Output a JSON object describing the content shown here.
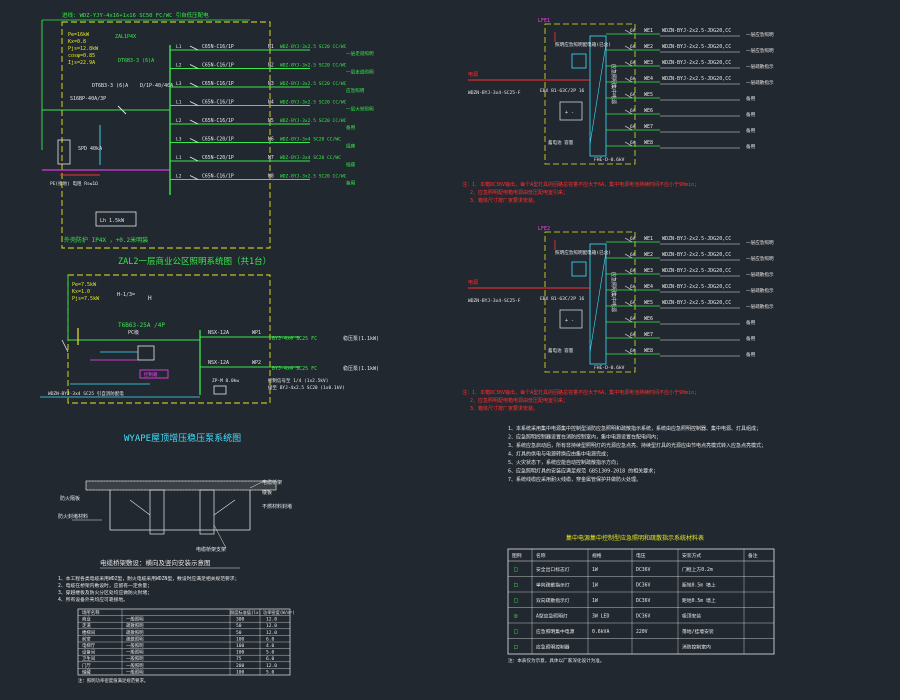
{
  "panel_a": {
    "title": "ZAL2一层商业公区照明系统图（共1台）",
    "header": "进线: WDZ-YJY-4x16+1x16 SC50 FC/WC 引自低压配电",
    "params": [
      "Pe=16kW",
      "Kx=0.8",
      "Pjs=12.8kW",
      "cosφ=0.85",
      "Ijs=22.9A"
    ],
    "box_label": "ZAL1P4X",
    "protection": "外壳防护 IP4X ，+0.2米明装",
    "main_breaker": "DT6B3-3 (6)A",
    "spd": "SPD 40kA",
    "circuits": [
      {
        "id": "N1",
        "breaker": "C65N-C16/1P",
        "cable": "WDZ-BYJ-3x2.5 SC20 CC/WC",
        "load": "一层走道照明"
      },
      {
        "id": "N2",
        "breaker": "C65N-C16/1P",
        "cable": "WDZ-BYJ-3x2.5 SC20 CC/WC",
        "load": "一层走道照明"
      },
      {
        "id": "N3",
        "breaker": "C65N-C16/1P",
        "cable": "WDZ-BYJ-3x2.5 SC20 CC/WC",
        "load": "应急照明"
      },
      {
        "id": "N4",
        "breaker": "C65N-C16/1P",
        "cable": "WDZ-BYJ-3x2.5 SC20 CC/WC",
        "load": "一层大堂照明"
      },
      {
        "id": "N5",
        "breaker": "C65N-C16/1P",
        "cable": "WDZ-BYJ-3x2.5 SC20 CC/WC",
        "load": "备用"
      },
      {
        "id": "N6",
        "breaker": "C65N-C20/1P",
        "cable": "WDZ-BYJ-3x4 SC20 CC/WC",
        "load": "插座"
      },
      {
        "id": "N7",
        "breaker": "C65N-C20/1P",
        "cable": "WDZ-BYJ-3x4 SC20 CC/WC",
        "load": "插座"
      },
      {
        "id": "N8",
        "breaker": "C65N-C16/1P",
        "cable": "WDZ-BYJ-3x2.5 SC20 CC/WC",
        "load": "备用"
      }
    ]
  },
  "panel_b": {
    "title": "WYAPE屋顶增压稳压泵系统图",
    "params": [
      "Pe=7.5kW",
      "Kx=1.0",
      "Pjs=7.5kW"
    ],
    "main_breaker": "T6B63-25A /4P",
    "circuit_a": {
      "id": "WP1",
      "breaker": "NSX-12A",
      "cable": "BYJ-4x4 SC25 FC",
      "load": "稳压泵(1.1kW)"
    },
    "circuit_b": {
      "id": "WP2",
      "breaker": "NSX-12A",
      "cable": "BYJ-4x4 SC25 FC",
      "load": "稳压泵(1.1kW)"
    },
    "controller": "控制箱",
    "incoming": "WDZN-BYJ-3x4 SC25 引自消防配电"
  },
  "fire_panels": [
    {
      "tag": "LFE1",
      "vertical_label": "应急照明集中电源",
      "source_label": "照明应急照明配电箱(已含)",
      "incoming": "电源",
      "incoming_cable": "WDZN-BYJ-3x4-SC25-F",
      "device": "FHE-D-0.6kV",
      "breaker": "EBX B1-63C/2P 16",
      "circuits": [
        {
          "id": "WE1",
          "cable": "WDZN-BYJ-2x2.5-JDG20,CC",
          "load": "一层应急照明"
        },
        {
          "id": "WE2",
          "cable": "WDZN-BYJ-2x2.5-JDG20,CC",
          "load": "一层应急照明"
        },
        {
          "id": "WE3",
          "cable": "WDZN-BYJ-2x2.5-JDG20,CC",
          "load": "一层疏散指示"
        },
        {
          "id": "WE4",
          "cable": "WDZN-BYJ-2x2.5-JDG20,CC",
          "load": "一层疏散指示"
        },
        {
          "id": "WE5",
          "cable": "",
          "load": "备用"
        },
        {
          "id": "WE6",
          "cable": "",
          "load": "备用"
        },
        {
          "id": "WE7",
          "cable": "",
          "load": "备用"
        },
        {
          "id": "WE8",
          "cable": "",
          "load": "备用"
        }
      ],
      "notes": [
        "注：1、本箱DC36V输出，每个A型灯具的回路总容量不应大于6A，集中电源电池持续时间不应小于90min；",
        "2、应急照明配电箱电源由低压配电室引来；",
        "3、箱体尺寸按厂家要求安装。"
      ]
    },
    {
      "tag": "LFE2",
      "vertical_label": "应急照明集中电源",
      "source_label": "照明应急照明配电箱(已含)",
      "incoming": "电源",
      "incoming_cable": "WDZN-BYJ-3x4-SC25-F",
      "device": "FHE-D-0.6kV",
      "breaker": "EBX B1-63C/2P 16",
      "circuits": [
        {
          "id": "WE1",
          "cable": "WDZN-BYJ-2x2.5-JDG20,CC",
          "load": "一层应急照明"
        },
        {
          "id": "WE2",
          "cable": "WDZN-BYJ-2x2.5-JDG20,CC",
          "load": "一层应急照明"
        },
        {
          "id": "WE3",
          "cable": "WDZN-BYJ-2x2.5-JDG20,CC",
          "load": "一层疏散指示"
        },
        {
          "id": "WE4",
          "cable": "WDZN-BYJ-2x2.5-JDG20,CC",
          "load": "一层疏散指示"
        },
        {
          "id": "WE5",
          "cable": "WDZN-BYJ-2x2.5-JDG20,CC",
          "load": "一层疏散指示"
        },
        {
          "id": "WE6",
          "cable": "",
          "load": "备用"
        },
        {
          "id": "WE7",
          "cable": "",
          "load": "备用"
        },
        {
          "id": "WE8",
          "cable": "",
          "load": "备用"
        }
      ],
      "notes": [
        "注：1、本箱DC36V输出，每个A型灯具的回路总容量不应大于6A，集中电源电池持续时间不应小于90min；",
        "2、应急照明配电箱电源由低压配电室引来；",
        "3、箱体尺寸按厂家要求安装。"
      ]
    }
  ],
  "section": {
    "title": "电缆桥架敷设：横向及竖向安装示意图",
    "labels": [
      "防火封堵材料",
      "防火隔板",
      "电缆桥架",
      "楼板",
      "不燃材料封堵",
      "电缆桥架支架"
    ]
  },
  "general_notes": [
    "1、本工程各类电缆采用WDZ型，耐火电缆采用WDZN型，敷设时应满足相关规范要求；",
    "2、电缆在桥架内敷设时，应留有一定余量；",
    "3、穿越楼板及防火分区处均应做防火封堵；",
    "4、所有设备外壳均应可靠接地。"
  ],
  "right_notes": [
    "1、本系统采用集中电源集中控制型消防应急照明和疏散指示系统，系统由应急照明控制器、集中电源、灯具组成；",
    "2、应急照明控制器设置在消防控制室内，集中电源设置在配电间内；",
    "3、系统应急启动后，所有非持续型照明灯的光源应急点亮、持续型灯具的光源应由节电点亮模式转入应急点亮模式；",
    "4、灯具的供电与电源转换应由集中电源完成；",
    "5、火灾状态下，系统应能自动控制疏散指示方向；",
    "6、应急照明灯具的安装应满足规范 GB51309-2018 的相关要求；",
    "7、系统线缆应采用耐火线缆，穿金属管保护并做防火处理。"
  ],
  "table_left": {
    "header": [
      "场所名称",
      "照度标准值(lx)",
      "功率密度(W/m²)"
    ],
    "rows": [
      [
        "商业",
        "一般照明",
        "300",
        "12.0"
      ],
      [
        "走道",
        "疏散照明",
        "50",
        "12.0"
      ],
      [
        "楼梯间",
        "疏散照明",
        "50",
        "12.0"
      ],
      [
        "前室",
        "疏散照明",
        "100",
        "6.0"
      ],
      [
        "电梯厅",
        "一般照明",
        "100",
        "4.0"
      ],
      [
        "设备间",
        "一般照明",
        "100",
        "5.0"
      ],
      [
        "卫生间",
        "一般照明",
        "75",
        "6.0"
      ],
      [
        "门厅",
        "一般照明",
        "200",
        "12.0"
      ],
      [
        "储藏",
        "一般照明",
        "100",
        "5.0"
      ]
    ],
    "footer": "注：照明功率密度值满足规范要求。"
  },
  "table_right": {
    "title": "集中电源集中控制型应急照明和疏散指示系统材料表",
    "header": [
      "图例",
      "名称",
      "规格",
      "电压",
      "安装方式",
      "备注"
    ],
    "rows": [
      [
        "□",
        "安全出口标志灯",
        "1W",
        "DC36V",
        "门框上方0.2m",
        ""
      ],
      [
        "□",
        "单向疏散指示灯",
        "1W",
        "DC36V",
        "距地0.5m 墙上",
        ""
      ],
      [
        "□",
        "双向疏散指示灯",
        "1W",
        "DC36V",
        "距地0.5m 墙上",
        ""
      ],
      [
        "◎",
        "A型应急照明灯",
        "3W LED",
        "DC36V",
        "吸顶安装",
        ""
      ],
      [
        "□",
        "应急照明集中电源",
        "0.6kVA",
        "220V",
        "落地/挂墙安装",
        ""
      ],
      [
        "□",
        "应急照明控制器",
        "",
        "",
        "消防控制室内",
        ""
      ]
    ],
    "footer": "注：本表仅为示意，具体以厂家深化设计为准。"
  }
}
